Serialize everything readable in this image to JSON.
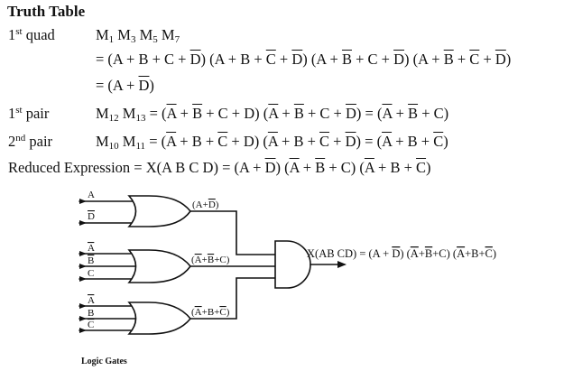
{
  "title": "Truth Table",
  "quad": {
    "label_num": "1",
    "label_sup": "st",
    "label_rest": " quad",
    "minterms": [
      "M",
      "1",
      " M",
      "3",
      " M",
      "5",
      " M",
      "7"
    ],
    "line2": [
      {
        "t": "= (A + B + C + "
      },
      {
        "t": "D",
        "ov": true
      },
      {
        "t": ") (A + B + "
      },
      {
        "t": "C",
        "ov": true
      },
      {
        "t": " + "
      },
      {
        "t": "D",
        "ov": true
      },
      {
        "t": ") (A + "
      },
      {
        "t": "B",
        "ov": true
      },
      {
        "t": " + C + "
      },
      {
        "t": "D",
        "ov": true
      },
      {
        "t": ") (A + "
      },
      {
        "t": "B",
        "ov": true
      },
      {
        "t": " + "
      },
      {
        "t": "C",
        "ov": true
      },
      {
        "t": " + "
      },
      {
        "t": "D",
        "ov": true
      },
      {
        "t": ")"
      }
    ],
    "line3": [
      {
        "t": "= (A + "
      },
      {
        "t": "D",
        "ov": true
      },
      {
        "t": ")"
      }
    ]
  },
  "pair1": {
    "label_num": "1",
    "label_sup": "st",
    "label_rest": " pair",
    "expr": [
      {
        "t": "M"
      },
      {
        "t": "12",
        "sub": true
      },
      {
        "t": " M"
      },
      {
        "t": "13",
        "sub": true
      },
      {
        "t": " = ("
      },
      {
        "t": "A",
        "ov": true
      },
      {
        "t": " + "
      },
      {
        "t": "B",
        "ov": true
      },
      {
        "t": " + C + D) ("
      },
      {
        "t": "A",
        "ov": true
      },
      {
        "t": " + "
      },
      {
        "t": "B",
        "ov": true
      },
      {
        "t": " + C + "
      },
      {
        "t": "D",
        "ov": true
      },
      {
        "t": ") = ("
      },
      {
        "t": "A",
        "ov": true
      },
      {
        "t": " + "
      },
      {
        "t": "B",
        "ov": true
      },
      {
        "t": " + C)"
      }
    ]
  },
  "pair2": {
    "label_num": "2",
    "label_sup": "nd",
    "label_rest": " pair",
    "expr": [
      {
        "t": "M"
      },
      {
        "t": "10",
        "sub": true
      },
      {
        "t": " M"
      },
      {
        "t": "11",
        "sub": true
      },
      {
        "t": " = ("
      },
      {
        "t": "A",
        "ov": true
      },
      {
        "t": " + B + "
      },
      {
        "t": "C",
        "ov": true
      },
      {
        "t": " + D) ("
      },
      {
        "t": "A",
        "ov": true
      },
      {
        "t": " + B + "
      },
      {
        "t": "C",
        "ov": true
      },
      {
        "t": " + "
      },
      {
        "t": "D",
        "ov": true
      },
      {
        "t": ") = ("
      },
      {
        "t": "A",
        "ov": true
      },
      {
        "t": " + B + "
      },
      {
        "t": "C",
        "ov": true
      },
      {
        "t": ")"
      }
    ]
  },
  "reduced": [
    {
      "t": "Reduced Expression = X(A B C D) = (A + "
    },
    {
      "t": "D",
      "ov": true
    },
    {
      "t": ") ("
    },
    {
      "t": "A",
      "ov": true
    },
    {
      "t": " + "
    },
    {
      "t": "B",
      "ov": true
    },
    {
      "t": " + C) ("
    },
    {
      "t": "A",
      "ov": true
    },
    {
      "t": " + B + "
    },
    {
      "t": "C",
      "ov": true
    },
    {
      "t": ")"
    }
  ],
  "diagram": {
    "or1_inputs": [
      {
        "t": "A"
      },
      {
        "t": "D",
        "ov": true
      }
    ],
    "or1_output": [
      {
        "t": "(A+"
      },
      {
        "t": "D",
        "ov": true
      },
      {
        "t": ")"
      }
    ],
    "or2_inputs": [
      {
        "t": "A",
        "ov": true
      },
      {
        "t": "B",
        "ov": true
      },
      {
        "t": "C"
      }
    ],
    "or2_output": [
      {
        "t": "("
      },
      {
        "t": "A",
        "ov": true
      },
      {
        "t": "+"
      },
      {
        "t": "B",
        "ov": true
      },
      {
        "t": "+C)"
      }
    ],
    "or3_inputs": [
      {
        "t": "A",
        "ov": true
      },
      {
        "t": "B"
      },
      {
        "t": "C",
        "ov": true
      }
    ],
    "or3_output": [
      {
        "t": "("
      },
      {
        "t": "A",
        "ov": true
      },
      {
        "t": "+B+"
      },
      {
        "t": "C",
        "ov": true
      },
      {
        "t": ")"
      }
    ],
    "and_output": [
      {
        "t": "X(AB CD) = (A + "
      },
      {
        "t": "D",
        "ov": true
      },
      {
        "t": ") ("
      },
      {
        "t": "A",
        "ov": true
      },
      {
        "t": "+"
      },
      {
        "t": "B",
        "ov": true
      },
      {
        "t": "+C) ("
      },
      {
        "t": "A",
        "ov": true
      },
      {
        "t": "+B+"
      },
      {
        "t": "C",
        "ov": true
      },
      {
        "t": ")"
      }
    ],
    "caption": "Logic Gates"
  }
}
